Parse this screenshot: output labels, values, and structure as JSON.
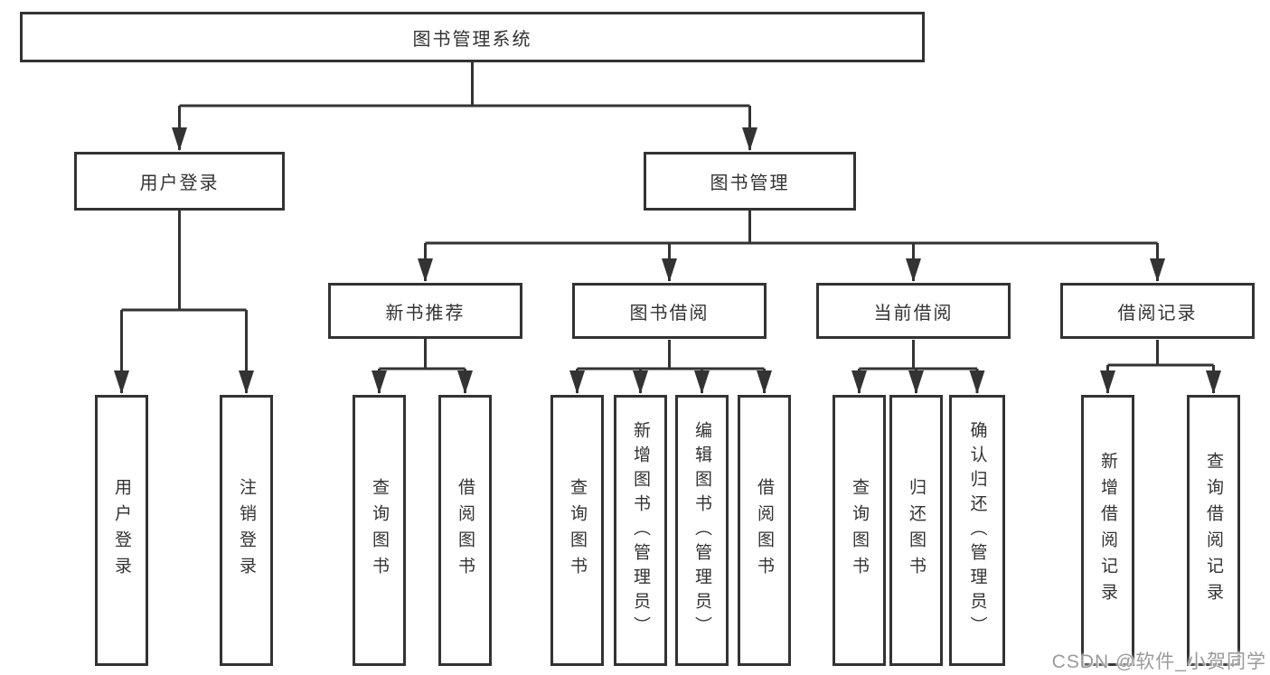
{
  "diagram": {
    "root": {
      "label": "图书管理系统"
    },
    "level2": [
      {
        "label": "用户登录"
      },
      {
        "label": "图书管理"
      }
    ],
    "level3": [
      {
        "label": "新书推荐"
      },
      {
        "label": "图书借阅"
      },
      {
        "label": "当前借阅"
      },
      {
        "label": "借阅记录"
      }
    ],
    "leaves": [
      {
        "label": "用户登录"
      },
      {
        "label": "注销登录"
      },
      {
        "label": "查询图书"
      },
      {
        "label": "借阅图书"
      },
      {
        "label": "查询图书"
      },
      {
        "label": "新增图书（管理员）"
      },
      {
        "label": "编辑图书（管理员）"
      },
      {
        "label": "借阅图书"
      },
      {
        "label": "查询图书"
      },
      {
        "label": "归还图书"
      },
      {
        "label": "确认归还（管理员）"
      },
      {
        "label": "新增借阅记录"
      },
      {
        "label": "查询借阅记录"
      }
    ]
  },
  "watermark": {
    "text": "CSDN @软件_小贺同学"
  },
  "colors": {
    "line": "#333333",
    "box_fill": "#ffffff",
    "text": "#333333",
    "watermark": "#9b9b9b",
    "background": "#ffffff"
  }
}
